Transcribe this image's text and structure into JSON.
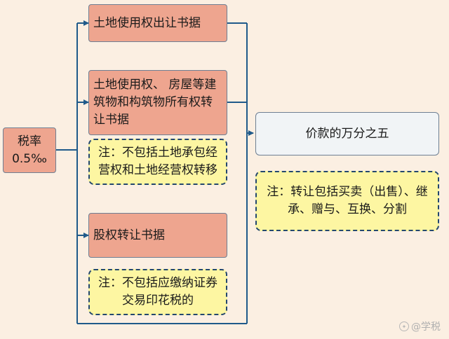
{
  "root": {
    "line1": "税率",
    "line2": "0.5‰"
  },
  "branches": [
    {
      "label": "土地使用权出让书据"
    },
    {
      "label": "土地使用权、 房屋等建筑物和构筑物所有权转让书据"
    },
    {
      "label": "股权转让书据"
    }
  ],
  "notes": [
    {
      "text": "注：不包括土地承包经营权和土地经营权转移"
    },
    {
      "text": "注：不包括应缴纳证券交易印花税的"
    }
  ],
  "result": {
    "label": "价款的万分之五"
  },
  "result_note": {
    "text": "注：转让包括买卖（出售）、继承、赠与、互换、分割"
  },
  "watermark": {
    "text": "@学税"
  },
  "colors": {
    "line": "#1f5a8a",
    "box_fill": "#eea58f",
    "note_fill": "#fdf6a2",
    "result_fill": "#f1f4f6"
  }
}
